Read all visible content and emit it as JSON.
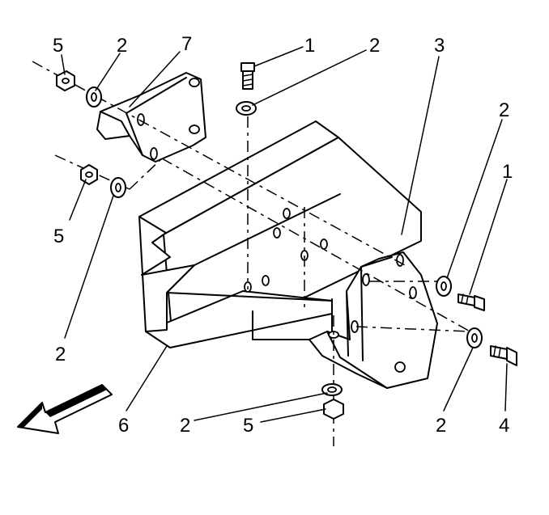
{
  "callouts": [
    {
      "id": "c-5-top-left",
      "text": "5"
    },
    {
      "id": "c-2-top-left",
      "text": "2"
    },
    {
      "id": "c-7",
      "text": "7"
    },
    {
      "id": "c-1-top",
      "text": "1"
    },
    {
      "id": "c-2-top-mid",
      "text": "2"
    },
    {
      "id": "c-3",
      "text": "3"
    },
    {
      "id": "c-2-right-upper",
      "text": "2"
    },
    {
      "id": "c-1-right",
      "text": "1"
    },
    {
      "id": "c-5-left",
      "text": "5"
    },
    {
      "id": "c-2-left-lower",
      "text": "2"
    },
    {
      "id": "c-6",
      "text": "6"
    },
    {
      "id": "c-2-bottom",
      "text": "2"
    },
    {
      "id": "c-5-bottom",
      "text": "5"
    },
    {
      "id": "c-2-bottom-right",
      "text": "2"
    },
    {
      "id": "c-4",
      "text": "4"
    }
  ]
}
